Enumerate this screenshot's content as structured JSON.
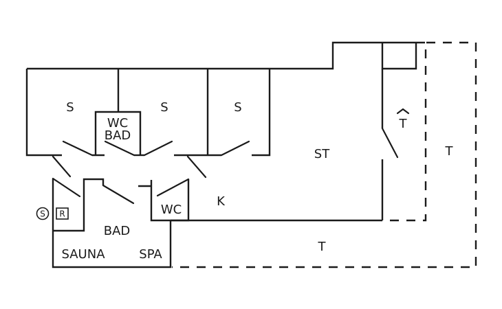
{
  "diagram": {
    "type": "floor-plan",
    "rooms": [
      {
        "id": "bedroom-1",
        "label": "S"
      },
      {
        "id": "bedroom-2",
        "label": "S"
      },
      {
        "id": "bedroom-3",
        "label": "S"
      },
      {
        "id": "wc-bath-upper",
        "label_line1": "WC",
        "label_line2": "BAD"
      },
      {
        "id": "living-room",
        "label": "ST"
      },
      {
        "id": "kitchen",
        "label": "K"
      },
      {
        "id": "wc-lower",
        "label": "WC"
      },
      {
        "id": "bath",
        "label": "BAD"
      },
      {
        "id": "sauna",
        "label": "SAUNA"
      },
      {
        "id": "spa",
        "label": "SPA"
      },
      {
        "id": "terrace-side",
        "label": "T"
      },
      {
        "id": "terrace-front",
        "label": "T"
      },
      {
        "id": "terrace-access",
        "label": "T̂"
      }
    ],
    "symbols": [
      {
        "id": "sauna-stove",
        "label": "S",
        "shape": "circle"
      },
      {
        "id": "r-box",
        "label": "R",
        "shape": "square"
      }
    ],
    "colors": {
      "line": "#1a1a1a",
      "background": "#ffffff"
    }
  }
}
